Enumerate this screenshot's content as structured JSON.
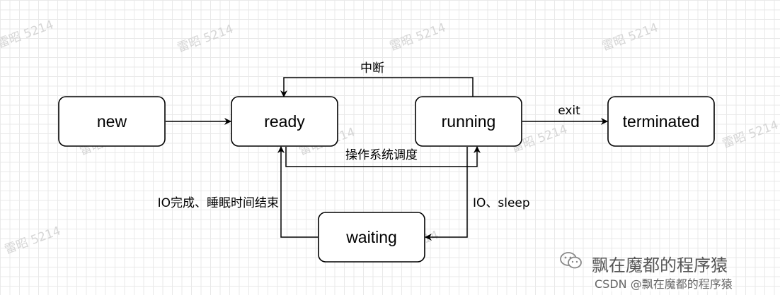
{
  "watermarks": [
    "雷昭 5214",
    "雷昭 5214",
    "雷昭 5214",
    "雷昭 5214",
    "雷昭 5214",
    "雷昭 5214",
    "雷昭 5214",
    "雷昭 5214",
    "雷昭 5214",
    "雷昭 5214"
  ],
  "nodes": {
    "new": "new",
    "ready": "ready",
    "running": "running",
    "terminated": "terminated",
    "waiting": "waiting"
  },
  "edges": {
    "interrupt": "中断",
    "schedule": "操作系统调度",
    "exit": "exit",
    "io_sleep": "IO、sleep",
    "io_done": "IO完成、睡眠时间结束"
  },
  "footer": {
    "account": "飘在魔都的程序猿",
    "source": "CSDN @飘在魔都的程序猿"
  }
}
